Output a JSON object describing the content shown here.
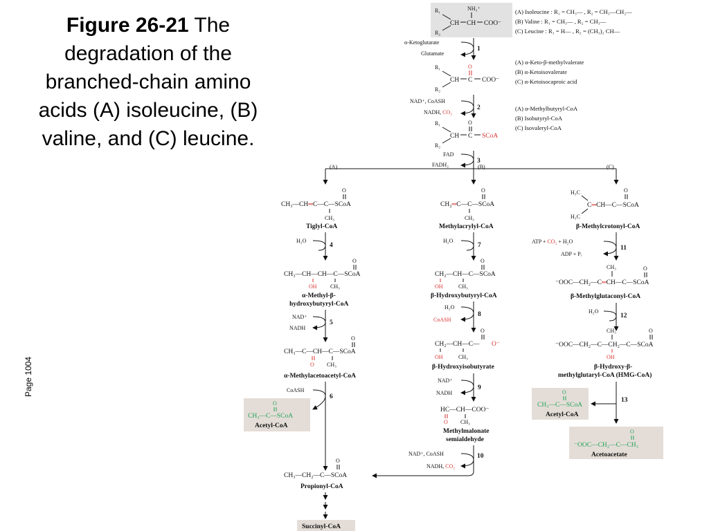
{
  "caption": {
    "label": "Figure 26-21",
    "text": " The degradation of the branched-chain amino acids (A) isoleucine, (B) valine, and (C) leucine."
  },
  "page_marker": "Page 1004",
  "colors": {
    "red": "#d6322e",
    "green": "#22a35a",
    "highlight": "#e4ddd7",
    "top_box": "#e2e2e2"
  },
  "figure": {
    "substrate": {
      "r1": "R₁",
      "r2": "R₂",
      "nh3": "NH₃⁺",
      "ch": "CH",
      "ch2": "CH",
      "coo": "COO⁻",
      "legend": [
        "(A) Isoleucine :  R₁ = CH₃— ,  R₂ = CH₃—CH₂—",
        "(B) Valine       :  R₁ = CH₃— ,  R₂ = CH₃—",
        "(C) Leucine     :  R₁ = H—      ,  R₂ = (CH₃)₂ CH—"
      ]
    },
    "step1": {
      "num": "1",
      "in": "α-Ketoglutarate",
      "out": "Glutamate"
    },
    "ketoacid": {
      "r1": "R₁",
      "r2": "R₂",
      "o": "O",
      "ch": "CH",
      "c": "C",
      "coo": "COO⁻",
      "legend": [
        "(A) α-Keto-β-methylvalerate",
        "(B) α-Ketoisovalerate",
        "(C) α-Ketoisocaproic acid"
      ]
    },
    "step2": {
      "num": "2",
      "in": "NAD⁺, CoASH",
      "out1": "NADH, ",
      "out2": "CO₂"
    },
    "acylcoa": {
      "r1": "R₁",
      "r2": "R₂",
      "o": "O",
      "ch": "CH",
      "c": "C",
      "scoa": "SCoA",
      "legend": [
        "(A) α-Methylbutyryl-CoA",
        "(B) Isobutyryl-CoA",
        "(C) Isovaleryl-CoA"
      ]
    },
    "step3": {
      "num": "3",
      "in": "FAD",
      "out": "FADH₂",
      "branch_a": "(A)",
      "branch_b": "(B)",
      "branch_c": "(C)"
    },
    "pathA": {
      "tiglyl": {
        "formula": "CH₃—CH",
        "dbl": "═",
        "c": "C—C—SCoA",
        "o": "O",
        "ch3": "CH₃",
        "name": "Tiglyl-CoA"
      },
      "step4": {
        "num": "4",
        "in": "H₂O"
      },
      "hydroxy": {
        "formula": "CH₃—CH—CH—C—SCoA",
        "o": "O",
        "oh": "OH",
        "ch3": "CH₃",
        "name1": "α-Methyl-β-",
        "name2": "hydroxybutyryl-CoA"
      },
      "step5": {
        "num": "5",
        "in": "NAD⁺",
        "out": "NADH"
      },
      "aceto": {
        "formula": "CH₃—C—CH—C—SCoA",
        "o": "O",
        "o2": "O",
        "ch3": "CH₃",
        "name": "α-Methylacetoacetyl-CoA"
      },
      "step6": {
        "num": "6",
        "in": "CoASH"
      },
      "acetyl": {
        "formula": "CH₃—C—SCoA",
        "o": "O",
        "name": "Acetyl-CoA"
      },
      "propionyl": {
        "formula": "CH₃—CH₂—C—SCoA",
        "o": "O",
        "name": "Propionyl-CoA"
      },
      "succinyl": {
        "name": "Succinyl-CoA"
      }
    },
    "pathB": {
      "methacrylyl": {
        "formula": "CH₂",
        "dbl": "═",
        "c": "C—C—SCoA",
        "o": "O",
        "ch3": "CH₃",
        "name": "Methylacrylyl-CoA"
      },
      "step7": {
        "num": "7",
        "in": "H₂O"
      },
      "hbcoa": {
        "formula": "CH₂—CH—C—SCoA",
        "o": "O",
        "oh": "OH",
        "ch3": "CH₃",
        "name": "β-Hydroxybutyryl-CoA"
      },
      "step8": {
        "num": "8",
        "in": "H₂O",
        "out": "CoASH"
      },
      "hiba": {
        "formula": "CH₂—CH—C—",
        "o": "O",
        "ominus": "O⁻",
        "oh": "OH",
        "ch3": "CH₃",
        "name": "β-Hydroxyisobutyrate"
      },
      "step9": {
        "num": "9",
        "in": "NAD⁺",
        "out": "NADH"
      },
      "msa": {
        "formula": "HC—CH—COO⁻",
        "o": "O",
        "ch3": "CH₃",
        "name1": "Methylmalonate",
        "name2": "semialdehyde"
      },
      "step10": {
        "num": "10",
        "in": "NAD⁺, CoASH",
        "out1": "NADH, ",
        "out2": "CO₂"
      }
    },
    "pathC": {
      "mcc": {
        "h3c_top": "H₃C",
        "h3c_bot": "H₃C",
        "c": "C",
        "dbl": "═",
        "rest": "CH—C—SCoA",
        "o": "O",
        "name": "β-Methylcrotonyl-CoA"
      },
      "step11": {
        "num": "11",
        "in1": "ATP + ",
        "co2": "CO₂",
        "in2": " + H₂O",
        "out": "ADP + Pᵢ"
      },
      "mgc": {
        "formula1": "⁻OOC—CH₂—",
        "formula2": "C",
        "dbl": "═",
        "formula3": "CH—C—SCoA",
        "o": "O",
        "ch3": "CH₃",
        "name": "β-Methylglutaconyl-CoA"
      },
      "step12": {
        "num": "12",
        "in": "H₂O"
      },
      "hmg": {
        "formula": "⁻OOC—CH₂—C—CH₂—C—SCoA",
        "o": "O",
        "oh": "OH",
        "ch3": "CH₃",
        "name1": "β-Hydroxy-β-",
        "name2": "methylglutaryl-CoA (HMG-CoA)"
      },
      "step13": {
        "num": "13"
      },
      "acetyl": {
        "formula": "CH₃—C—SCoA",
        "o": "O",
        "name": "Acetyl-CoA"
      },
      "acetoacetate": {
        "formula": "⁻OOC—CH₂—C—CH₃",
        "o": "O",
        "name": "Acetoacetate"
      }
    }
  }
}
